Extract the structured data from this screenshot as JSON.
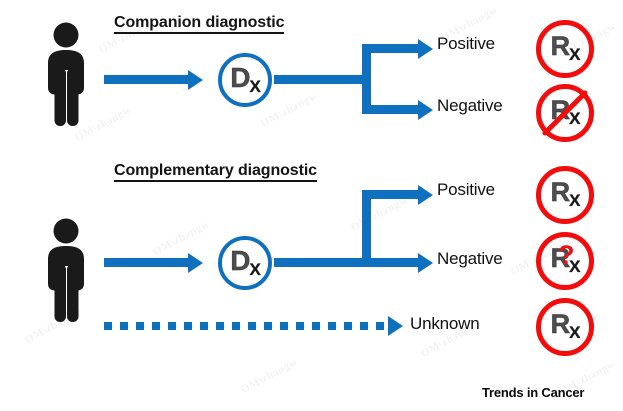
{
  "figure": {
    "footer_credit": "Trends in Cancer",
    "watermark_text": "OM\\zhangw",
    "colors": {
      "flow_blue": "#1070c0",
      "rx_red": "#f30c0c",
      "person_black": "#1a1a1a",
      "glyph_gray": "#4d4d4d",
      "text_black": "#111111"
    }
  },
  "sections": [
    {
      "id": "companion",
      "title": "Companion diagnostic ",
      "patient_icon": "person-icon",
      "test_node": {
        "label": "D",
        "subscript": "X",
        "icon": "dx-circle-icon"
      },
      "outcomes": [
        {
          "label": "Positive",
          "arrow": "solid",
          "rx": {
            "label": "R",
            "subscript": "X",
            "state": "prescribe",
            "slashed": false,
            "question": false
          }
        },
        {
          "label": "Negative",
          "arrow": "solid",
          "rx": {
            "label": "R",
            "subscript": "X",
            "state": "do-not-prescribe",
            "slashed": true,
            "question": false
          }
        }
      ]
    },
    {
      "id": "complementary",
      "title": "Complementary diagnostic ",
      "patient_icon": "person-icon",
      "test_node": {
        "label": "D",
        "subscript": "X",
        "icon": "dx-circle-icon"
      },
      "outcomes": [
        {
          "label": "Positive",
          "arrow": "solid",
          "rx": {
            "label": "R",
            "subscript": "X",
            "state": "prescribe",
            "slashed": false,
            "question": false
          }
        },
        {
          "label": "Negative",
          "arrow": "solid",
          "rx": {
            "label": "R",
            "subscript": "X",
            "state": "uncertain",
            "slashed": false,
            "question": true,
            "question_glyph": "?"
          }
        },
        {
          "label": "Unknown",
          "arrow": "dotted",
          "rx": {
            "label": "R",
            "subscript": "X",
            "state": "prescribe",
            "slashed": false,
            "question": false
          }
        }
      ]
    }
  ]
}
